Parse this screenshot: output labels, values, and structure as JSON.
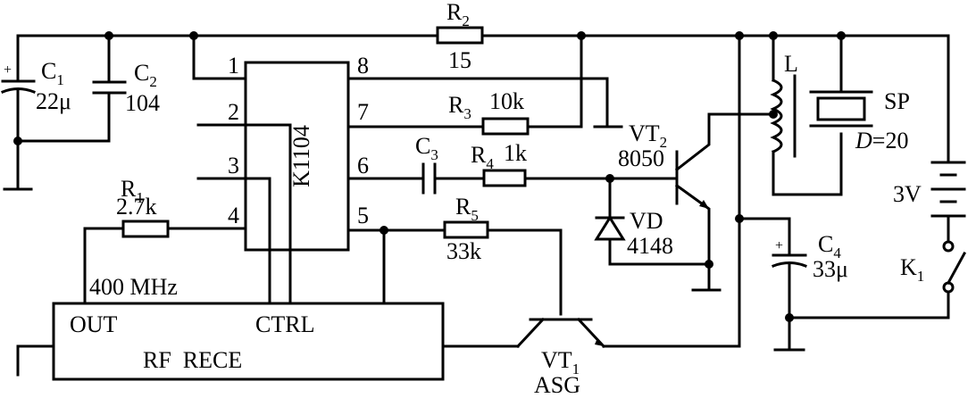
{
  "ic": {
    "name": "K1104",
    "pins": [
      "1",
      "2",
      "3",
      "4",
      "5",
      "6",
      "7",
      "8"
    ]
  },
  "components": {
    "c1": {
      "ref": "C",
      "sub": "1",
      "value": "22μ"
    },
    "c2": {
      "ref": "C",
      "sub": "2",
      "value": "104"
    },
    "r1": {
      "ref": "R",
      "sub": "1",
      "value": "2.7k"
    },
    "r2": {
      "ref": "R",
      "sub": "2",
      "value": "15"
    },
    "r3": {
      "ref": "R",
      "sub": "3",
      "value": "10k"
    },
    "c3": {
      "ref": "C",
      "sub": "3"
    },
    "r4": {
      "ref": "R",
      "sub": "4",
      "value": "1k"
    },
    "r5": {
      "ref": "R",
      "sub": "5",
      "value": "33k"
    },
    "vt2": {
      "ref": "VT",
      "sub": "2",
      "value": "8050"
    },
    "vd": {
      "ref": "VD",
      "value": "4148"
    },
    "l": {
      "ref": "L"
    },
    "sp": {
      "ref": "SP",
      "d_label": "D",
      "d_value": "=20"
    },
    "battery": {
      "value": "3V"
    },
    "c4": {
      "ref": "C",
      "sub": "4",
      "value": "33μ"
    },
    "k1": {
      "ref": "K",
      "sub": "1"
    },
    "vt1": {
      "ref": "VT",
      "sub": "1",
      "value": "ASG"
    },
    "rf": {
      "freq": "400 MHz",
      "out": "OUT",
      "ctrl": "CTRL",
      "name": "RF  RECE"
    },
    "polarity": "+"
  }
}
